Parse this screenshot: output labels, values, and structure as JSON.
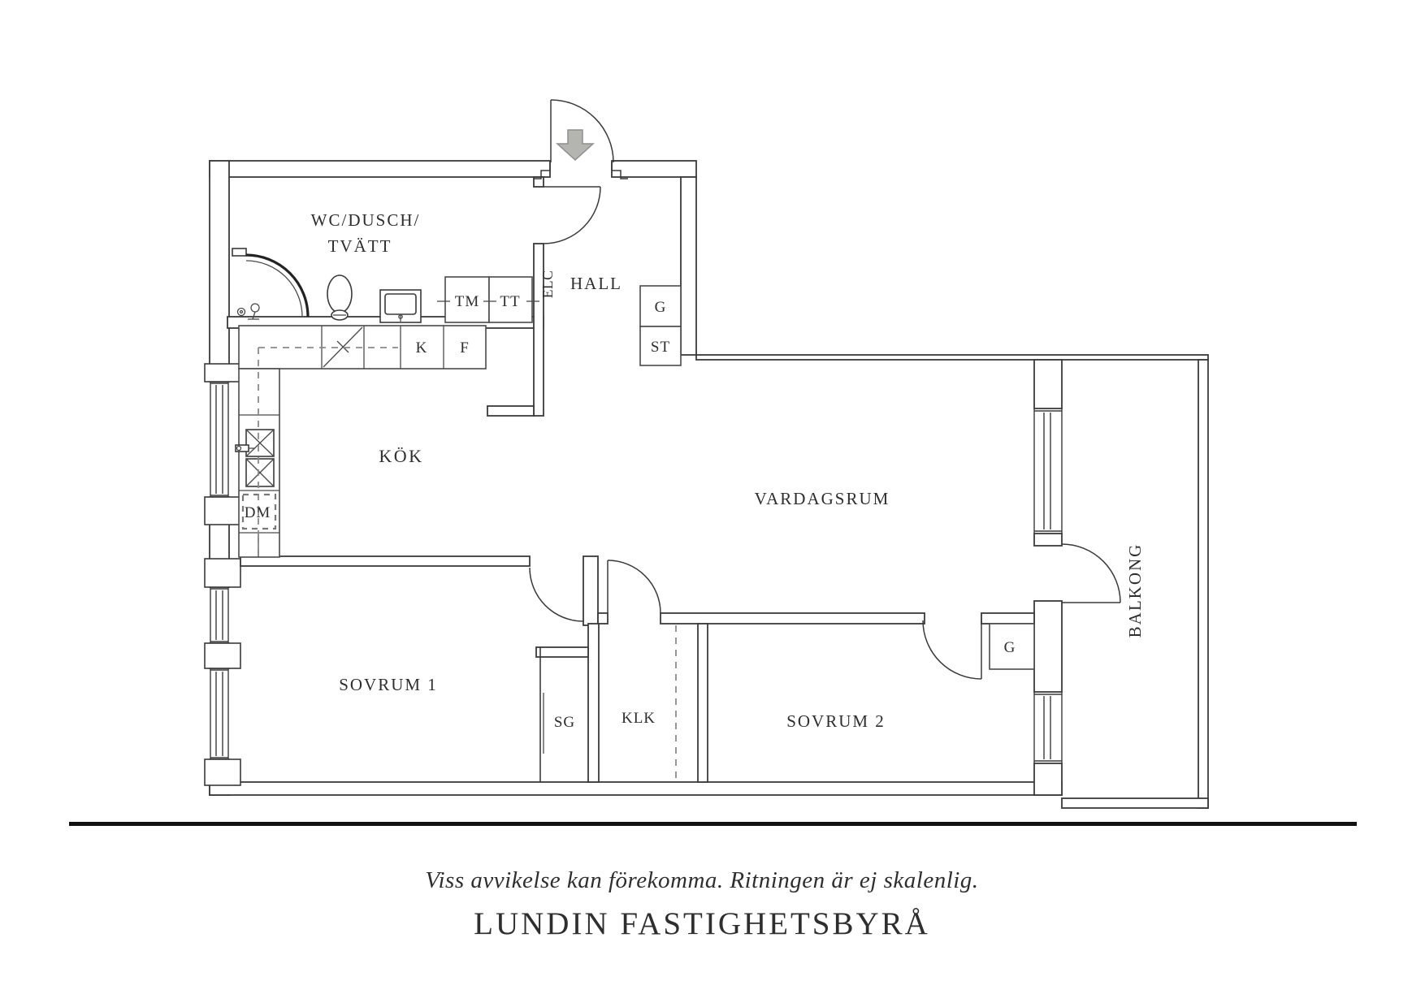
{
  "labels": {
    "wc_line1": "WC/DUSCH/",
    "wc_line2": "TVÄTT",
    "hall": "HALL",
    "elc": "ELC",
    "kok": "KÖK",
    "vardagsrum": "VARDAGSRUM",
    "sovrum1": "SOVRUM 1",
    "sovrum2": "SOVRUM 2",
    "klk": "KLK",
    "sg": "SG",
    "balkong": "BALKONG",
    "tm": "TM",
    "tt": "TT",
    "k": "K",
    "f": "F",
    "dm": "DM",
    "g_hall": "G",
    "st": "ST",
    "g_bedroom": "G"
  },
  "footer": {
    "disclaimer": "Viss avvikelse kan förekomma. Ritningen är ej skalenlig.",
    "brand": "LUNDIN FASTIGHETSBYRÅ"
  },
  "colors": {
    "line": "#3a3a3a",
    "text": "#2e2e2e",
    "arrow_fill": "#b4b4b1",
    "arrow_stroke": "#8e8e8b",
    "separator": "#111111",
    "background": "#ffffff"
  }
}
